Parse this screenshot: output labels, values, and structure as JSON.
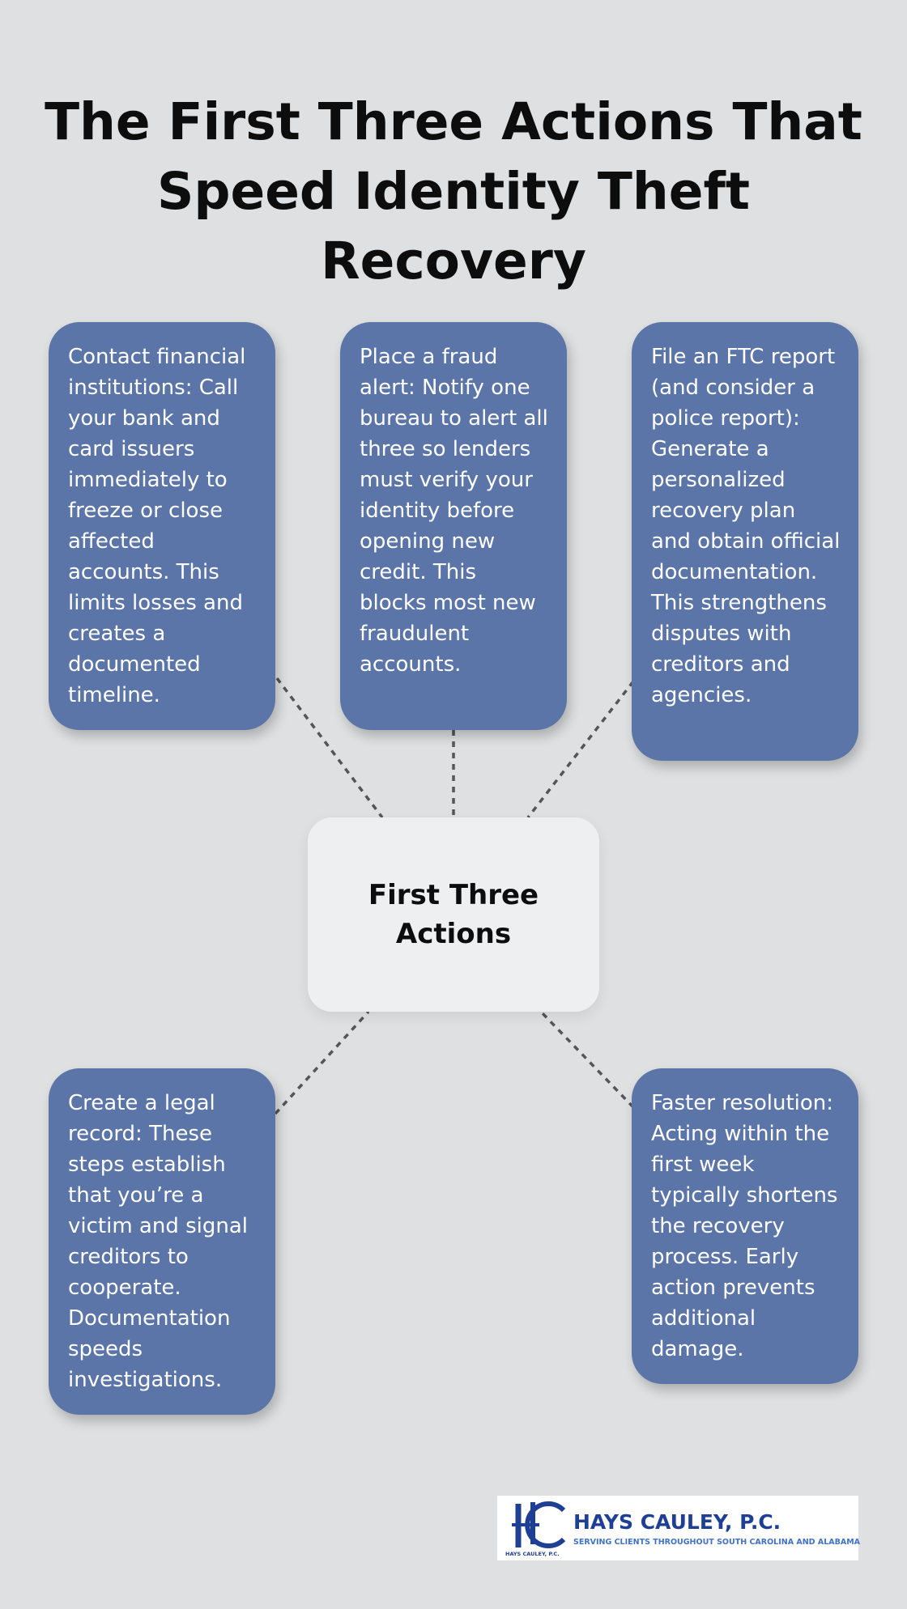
{
  "title": "The First Three Actions That Speed Identity Theft Recovery",
  "center": {
    "label": "First Three Actions"
  },
  "nodes": [
    {
      "text": "Contact financial institutions: Call your bank and card issuers immediately to freeze or close affected accounts. This limits losses and creates a documented timeline."
    },
    {
      "text": "Place a fraud alert: Notify one bureau to alert all three so lenders must verify your identity before opening new credit. This blocks most new fraudulent accounts."
    },
    {
      "text": "File an FTC report (and consider a police report): Generate a personalized recovery plan and obtain official documentation. This strengthens disputes with creditors and agencies."
    },
    {
      "text": "Create a legal record: These steps establish that you’re a victim and signal creditors to cooperate. Documentation speeds investigations."
    },
    {
      "text": "Faster resolution: Acting within the first week typically shortens the recovery process. Early action prevents additional damage."
    }
  ],
  "logo": {
    "name": "HAYS CAULEY, P.C.",
    "tagline": "SERVING CLIENTS THROUGHOUT SOUTH CAROLINA AND ALABAMA",
    "small": "HAYS CAULEY, P.C.",
    "monogram": "HC"
  },
  "colors": {
    "background": "#dfe0e1",
    "node": "#5b75a8",
    "center": "#eeeff1",
    "connector": "#555555",
    "logo_primary": "#1f3f95"
  }
}
